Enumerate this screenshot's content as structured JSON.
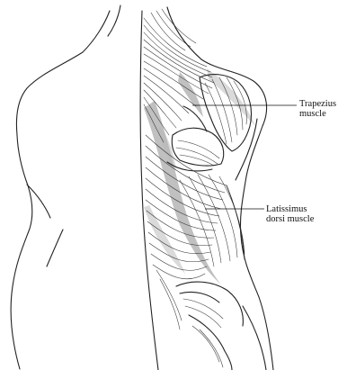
{
  "labels": {
    "trapezius": {
      "line1": "Trapezius",
      "line2": "muscle"
    },
    "latissimus": {
      "line1": "Latissimus",
      "line2": "dorsi muscle"
    }
  }
}
